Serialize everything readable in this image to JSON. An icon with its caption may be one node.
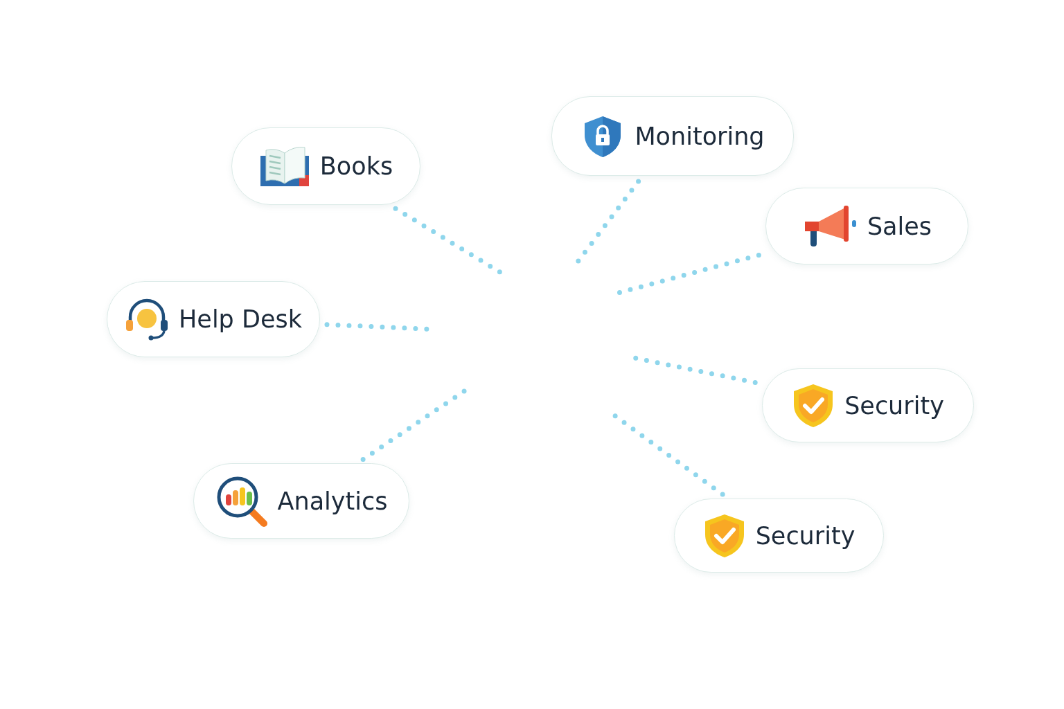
{
  "diagram": {
    "nodes": [
      {
        "text": [
          "Monitoring"
        ]
      },
      {
        "text": [
          "Books"
        ]
      },
      {
        "text": [
          "Sales"
        ]
      },
      {
        "text": [
          "Help Desk"
        ]
      },
      {
        "text": [
          "Security"
        ]
      },
      {
        "text": [
          "Analytics"
        ]
      },
      {
        "text": [
          "Security"
        ]
      }
    ],
    "edges": [
      {
        "from": 0,
        "to": null,
        "arrow": "none",
        "style": "dashed"
      },
      {
        "from": 1,
        "to": null,
        "arrow": "none",
        "style": "dashed"
      },
      {
        "from": 2,
        "to": null,
        "arrow": "none",
        "style": "dashed"
      },
      {
        "from": 3,
        "to": null,
        "arrow": "none",
        "style": "dashed"
      },
      {
        "from": 4,
        "to": null,
        "arrow": "none",
        "style": "dashed"
      },
      {
        "from": 5,
        "to": null,
        "arrow": "none",
        "style": "dashed"
      },
      {
        "from": 6,
        "to": null,
        "arrow": "none",
        "style": "dashed"
      }
    ]
  }
}
